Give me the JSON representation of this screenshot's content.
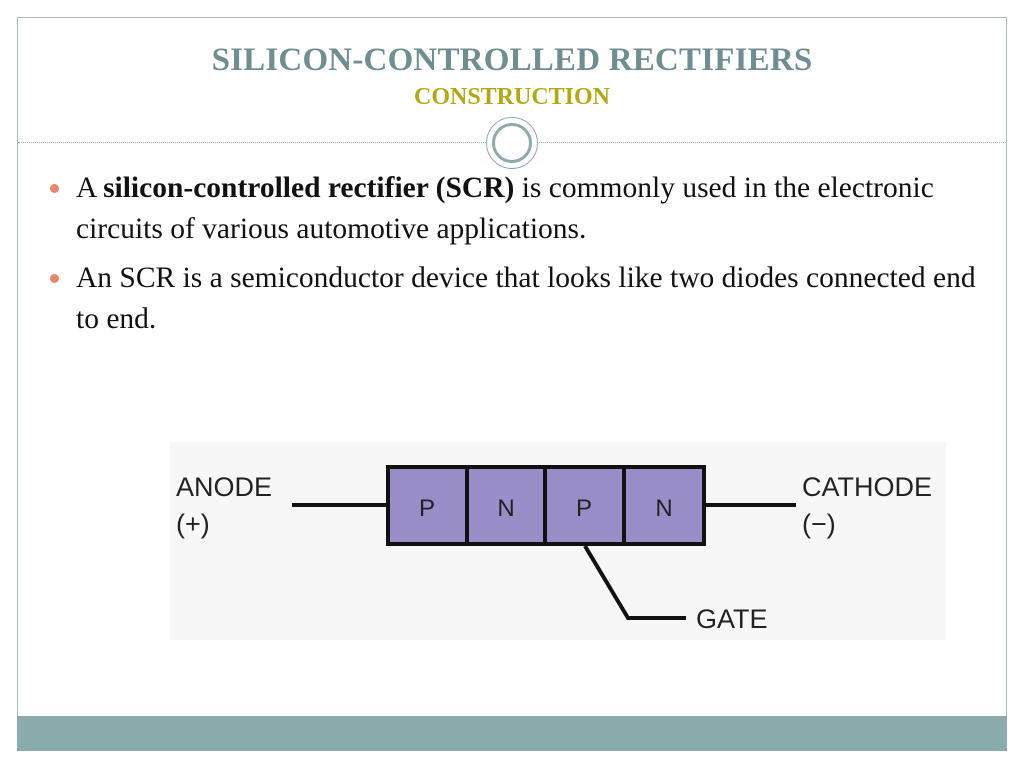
{
  "slide": {
    "title": "SILICON-CONTROLLED RECTIFIERS",
    "subtitle": "CONSTRUCTION",
    "accent_color": "#6f8e92",
    "subtitle_color": "#b3a80f",
    "bullet_color": "#e8866a",
    "footer_color": "#8aabab"
  },
  "bullets": [
    {
      "prefix": "A ",
      "bold": "silicon-controlled rectifier (SCR)",
      "suffix": " is commonly used in the electronic circuits of various automotive applications."
    },
    {
      "text": "An SCR is a semiconductor device that looks like two diodes connected end to end."
    }
  ],
  "diagram": {
    "anode_label": "ANODE",
    "anode_sign": "(+)",
    "cathode_label": "CATHODE",
    "cathode_sign": "(−)",
    "gate_label": "GATE",
    "layers": [
      "P",
      "N",
      "P",
      "N"
    ],
    "layer_color": "#9b8dc8"
  }
}
